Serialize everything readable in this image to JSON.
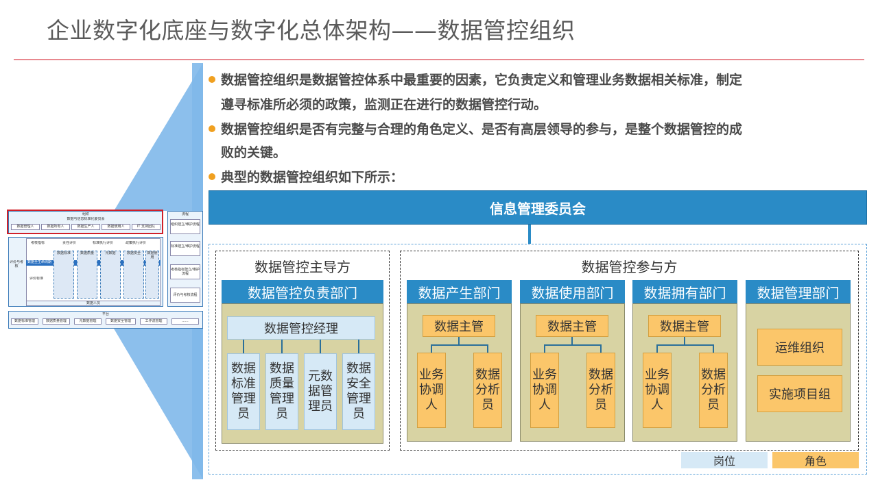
{
  "title": "企业数字化底座与数字化总体架构——数据管控组织",
  "bullets": [
    "数据管控组织是数据管控体系中最重要的因素，它负责定义和管理业务数据相关标准，制定",
    "遵寻标准所必须的政策，监测正在进行的数据管控行动。",
    "数据管控组织是否有完整与合理的角色定义、是否有高层领导的参与，是整个数据管控的成",
    "败的关键。",
    "典型的数据管控组织如下所示："
  ],
  "org": {
    "committee": "信息管理委员会",
    "lead_group": "数据管控主导方",
    "part_group": "数据管控参与方",
    "lead_dept": "数据管控负责部门",
    "manager": "数据管控经理",
    "lead_roles": [
      "数据标准管理员",
      "数据质量管理员",
      "元数据管理员",
      "数据安全管理员"
    ],
    "depts": [
      {
        "name": "数据产生部门",
        "head": "数据主管",
        "roles": [
          "业务协调人",
          "数据分析员"
        ]
      },
      {
        "name": "数据使用部门",
        "head": "数据主管",
        "roles": [
          "业务协调人",
          "数据分析员"
        ]
      },
      {
        "name": "数据拥有部门",
        "head": "数据主管",
        "roles": [
          "业务协调人",
          "数据分析员"
        ]
      }
    ],
    "mgmt_dept": "数据管理部门",
    "mgmt_items": [
      "运维组织",
      "实施项目组"
    ]
  },
  "legend": {
    "post": "岗位",
    "role": "角色"
  },
  "thumb": {
    "org_title": "组织",
    "org_sub": "数据与信息标准化委员会",
    "org_roles": [
      "数据管理人",
      "数据所有人",
      "数据生产人",
      "数据使用人",
      "IT 支持团队"
    ],
    "flow_title": "流程",
    "flow_items": [
      "组织建立/维护流程",
      "标准建立/维护流程",
      "考核指标建立/维护流程",
      "评价与考核流程"
    ],
    "eval_label": "评价与考核",
    "rows": [
      "考核指标",
      "责任评价",
      "标准执行评价",
      "政策执行评价"
    ],
    "lifecycle": "数据全生命周期",
    "eval_std": "评价标准",
    "cols": [
      "数据标准",
      "数据质量",
      "元数据",
      "数据安全",
      "数据使用"
    ],
    "personnel": "数据人员",
    "platform_title": "平台",
    "platform_items": [
      "数据标准管理",
      "数据质量管理",
      "元数据管理",
      "数据安全管理",
      "工作流管理",
      "......"
    ]
  },
  "colors": {
    "blue": "#2a8bc6",
    "olive": "#d8d3a3",
    "orange": "#fbc66a",
    "light": "#d6e9f6",
    "accent": "#f0a020"
  }
}
